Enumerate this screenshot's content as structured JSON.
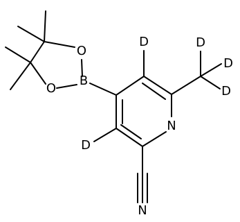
{
  "diagram": {
    "type": "chemical-structure",
    "atom_labels": {
      "boron": "B",
      "oxygen_upper": "O",
      "oxygen_lower": "O",
      "nitrogen_ring": "N",
      "nitrogen_nitrile": "N",
      "deuterium_ring_top": "D",
      "deuterium_ring_bottom": "D",
      "deuterium_methyl_top": "D",
      "deuterium_methyl_right": "D",
      "deuterium_methyl_lower": "D"
    }
  }
}
